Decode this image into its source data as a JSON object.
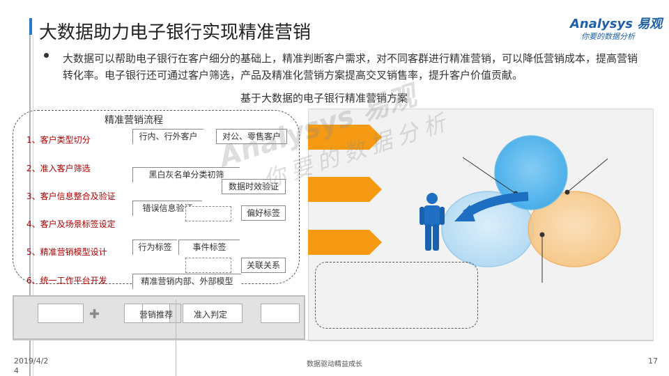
{
  "title": "大数据助力电子银行实现精准营销",
  "logo": {
    "brand": "Analysys 易观",
    "tagline": "你要的数据分析"
  },
  "bullet": "大数据可以帮助电子银行在客户细分的基础上，精准判断客户需求，对不同客群进行精准营销，可以降低营销成本，提高营销转化率。电子银行还可通过客户筛选，产品及精准化营销方案提高交叉销售率，提升客户价值贡献。",
  "subtitle": "基于大数据的电子银行精准营销方案",
  "flow": {
    "title": "精准营销流程",
    "steps": [
      "1、客户类型切分",
      "2、准入客户筛选",
      "3、客户信息整合及验证",
      "4、客户及场景标签设定",
      "5、精准营销模型设计",
      "6、统一工作平台开发"
    ],
    "tags": {
      "inner_outer": "行内、行外客户",
      "corp_retail": "对公、零售客户",
      "blackwhite": "黑白灰名单分类初筛",
      "data_validity": "数据时效验证",
      "error_check": "错误信息验证",
      "preference": "偏好标签",
      "behavior": "行为标签",
      "event": "事件标签",
      "association": "关联关系",
      "models": "精准营销内部、外部模型"
    }
  },
  "bottom": {
    "marketing": "营销推荐",
    "access": "准入判定"
  },
  "watermark": {
    "line1": "Analysys 易观",
    "line2": "你要的数据分析"
  },
  "footer": {
    "date": "2019/4/2\n4",
    "center": "数据驱动精益成长",
    "page": "17"
  },
  "colors": {
    "accent": "#2a78c8",
    "arrow_orange": "#f59a12",
    "circle_blue": "#4db4ee",
    "circle_light": "#b9def5",
    "circle_orange": "#f9c98a",
    "step_red": "#b00000"
  }
}
